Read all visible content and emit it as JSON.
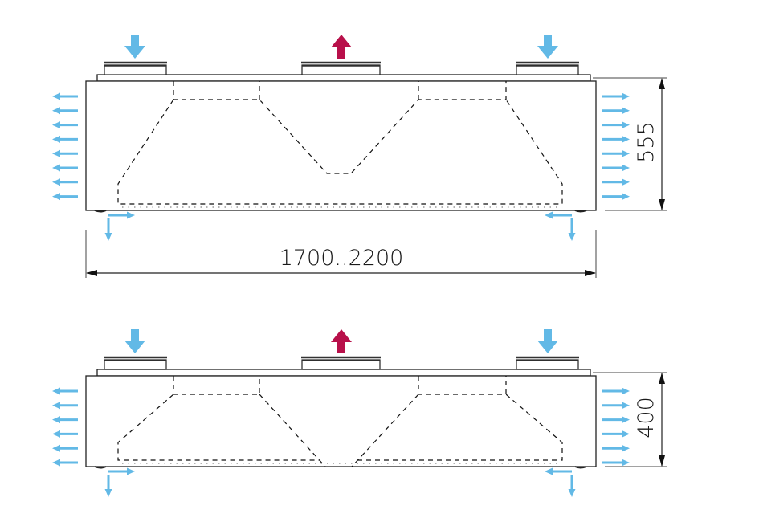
{
  "diagram": {
    "type": "hvac-unit-side-elevation",
    "colors": {
      "supply_air": "#62b9e6",
      "exhaust_air": "#b8104a",
      "outline": "#222222"
    },
    "views": [
      {
        "id": "unit-555",
        "height_label": "555",
        "width_label": "1700..2200",
        "top_arrows": [
          "down",
          "up",
          "down"
        ],
        "side_arrow_count": 8,
        "internal_shape": "v-bottom"
      },
      {
        "id": "unit-400",
        "height_label": "400",
        "top_arrows": [
          "down",
          "up",
          "down"
        ],
        "side_arrow_count": 6,
        "internal_shape": "split"
      }
    ]
  }
}
